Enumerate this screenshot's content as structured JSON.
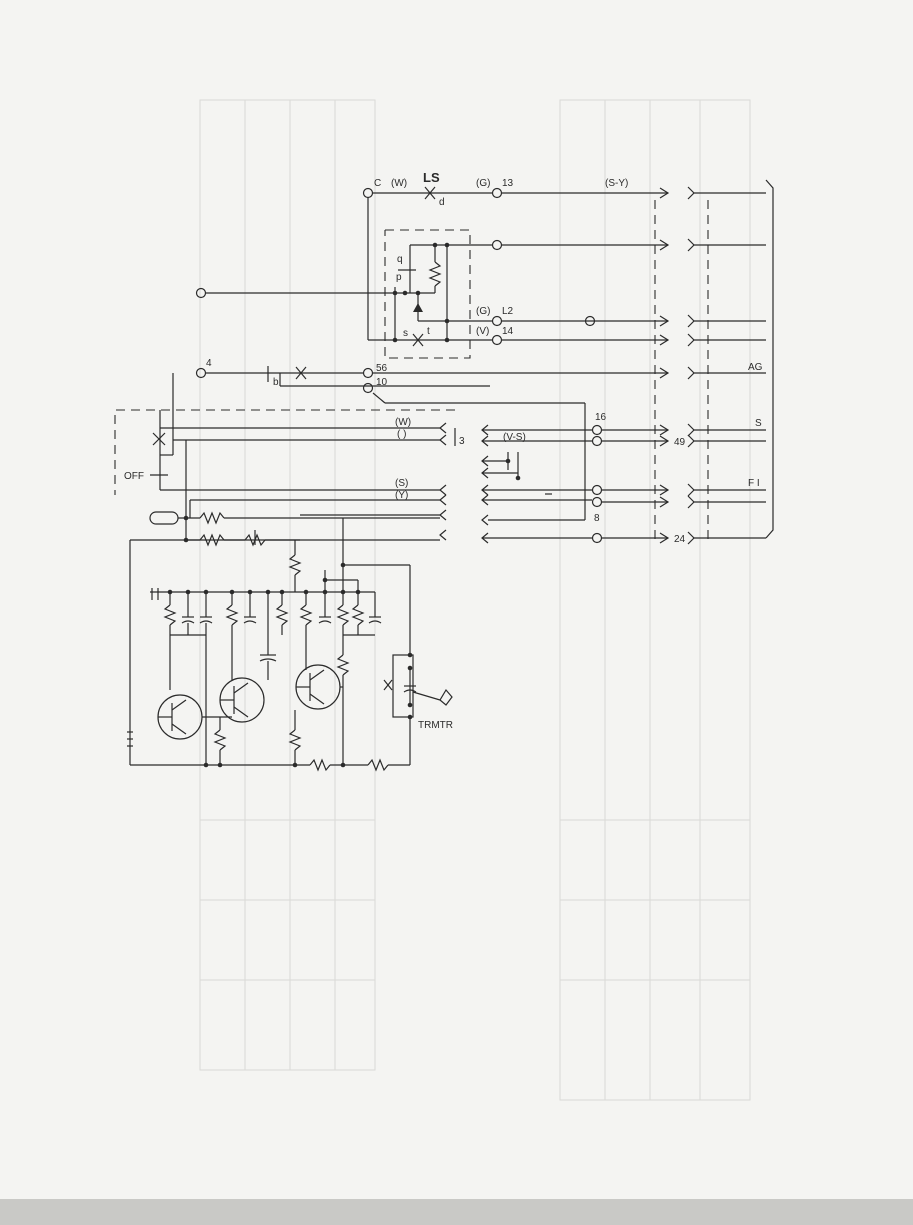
{
  "labels": {
    "ls": "LS",
    "c": "C",
    "w_top": "(W)",
    "d": "d",
    "g_top": "(G)",
    "t13": "13",
    "sy": "(S-Y)",
    "q": "q",
    "p": "p",
    "g_l2": "(G)",
    "l2": "L2",
    "s_sw": "s",
    "t_sw": "t",
    "v": "(V)",
    "t14": "14",
    "t4": "4",
    "b": "b",
    "t56": "56",
    "t10": "10",
    "ag": "AG",
    "w_mid": "(W)",
    "paren": "( )",
    "t3": "3",
    "vs": "(V-S)",
    "t16": "16",
    "t49": "49",
    "s_right": "S",
    "off": "OFF",
    "s_mid": "(S)",
    "y_mid": "(Y)",
    "fi": "F I",
    "t8": "8",
    "t24": "24",
    "trmtr": "TRMTR"
  }
}
